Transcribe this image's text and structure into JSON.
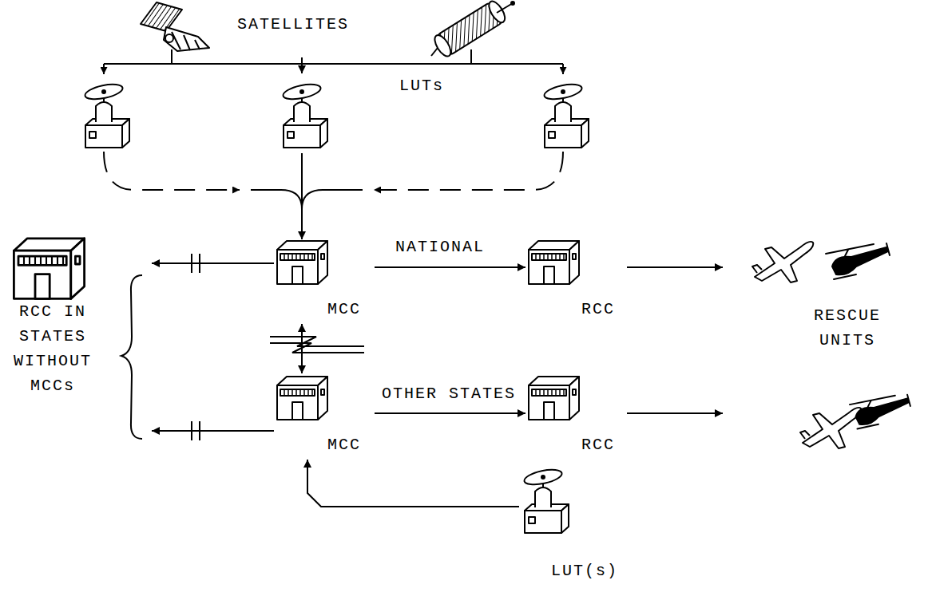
{
  "diagram": {
    "nodes": [
      {
        "text": [
          "SATELLITES"
        ]
      },
      {
        "text": [
          "LUTs"
        ]
      },
      {
        "text": [
          "RCC IN STATES WITHOUT MCCs"
        ]
      },
      {
        "text": [
          "MCC"
        ]
      },
      {
        "text": [
          "RCC"
        ]
      },
      {
        "text": [
          "RESCUE UNITS"
        ]
      },
      {
        "text": [
          "MCC"
        ]
      },
      {
        "text": [
          "RCC"
        ]
      },
      {
        "text": [
          "LUT(s)"
        ]
      }
    ],
    "edges": [
      {
        "from": 0,
        "to": 1,
        "arrow": "to"
      },
      {
        "from": 1,
        "to": 3,
        "arrow": "to"
      },
      {
        "from": 3,
        "to": 2,
        "arrow": "to"
      },
      {
        "from": 3,
        "to": 4,
        "label": "NATIONAL",
        "arrow": "to"
      },
      {
        "from": 4,
        "to": 5,
        "arrow": "to"
      },
      {
        "from": 3,
        "to": 6,
        "arrow": "both"
      },
      {
        "from": 6,
        "to": 2,
        "arrow": "to"
      },
      {
        "from": 6,
        "to": 7,
        "label": "OTHER STATES",
        "arrow": "to"
      },
      {
        "from": 7,
        "to": 5,
        "arrow": "to"
      },
      {
        "from": 8,
        "to": 6,
        "arrow": "to"
      }
    ]
  }
}
